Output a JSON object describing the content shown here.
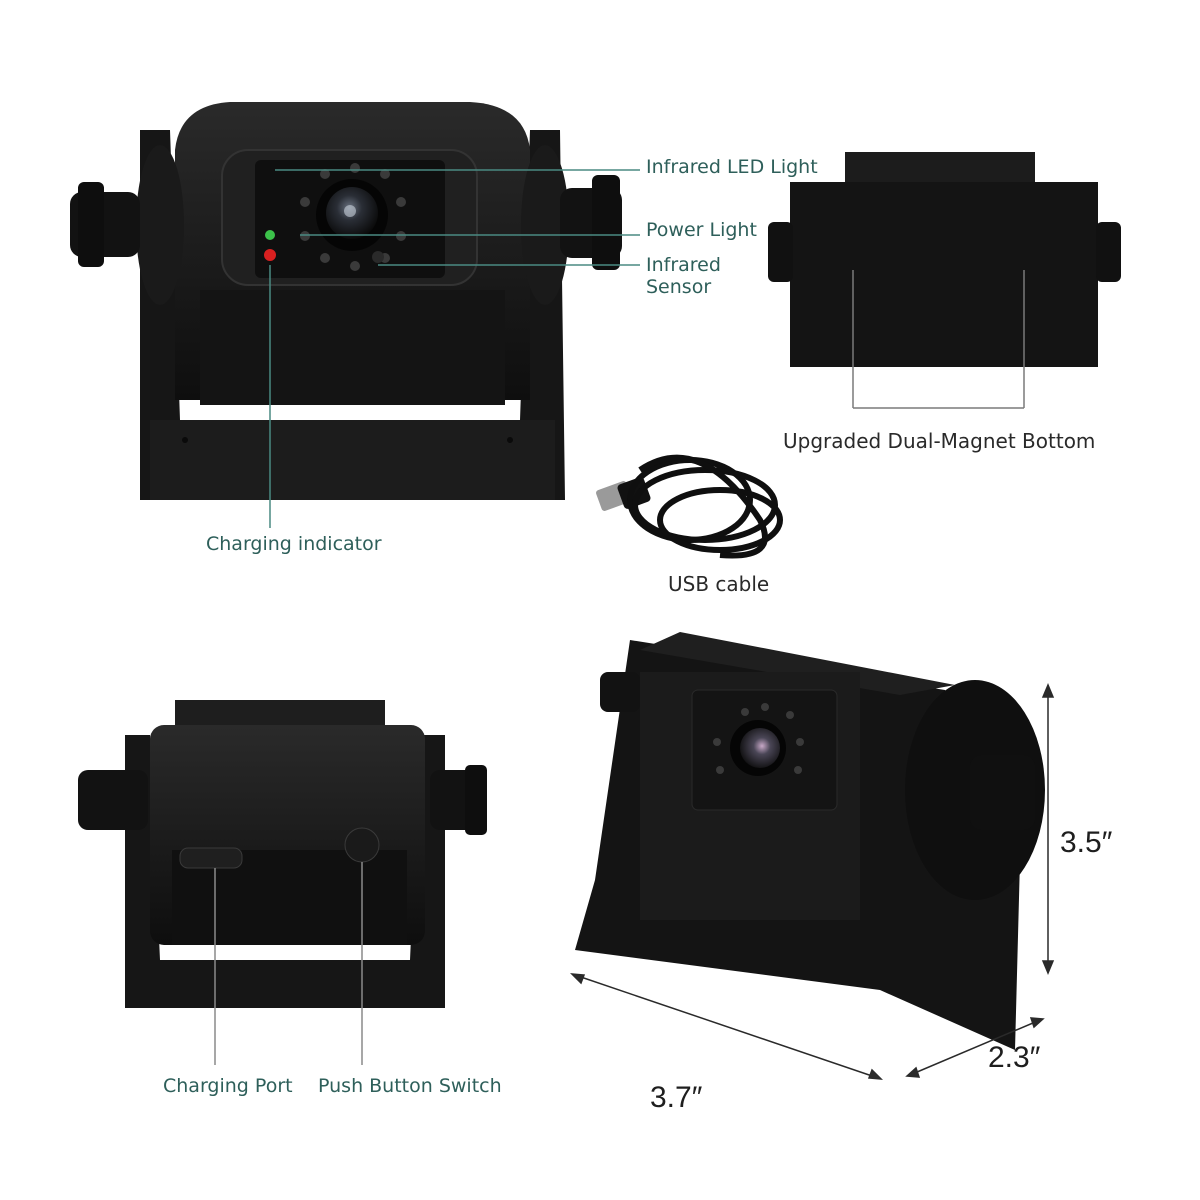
{
  "labels": {
    "infrared_led_light": "Infrared LED Light",
    "power_light": "Power Light",
    "infrared_sensor_line1": "Infrared",
    "infrared_sensor_line2": "Sensor",
    "charging_indicator": "Charging indicator",
    "dual_magnet_bottom": "Upgraded Dual-Magnet Bottom",
    "usb_cable": "USB cable",
    "charging_port": "Charging Port",
    "push_button_switch": "Push Button Switch"
  },
  "dimensions": {
    "height": "3.5″",
    "width": "3.7″",
    "depth": "2.3″"
  },
  "colors": {
    "label_teal": "#2e5f5a",
    "body_black": "#141414",
    "indicator_green": "#3cc24a",
    "indicator_red": "#d92020"
  }
}
